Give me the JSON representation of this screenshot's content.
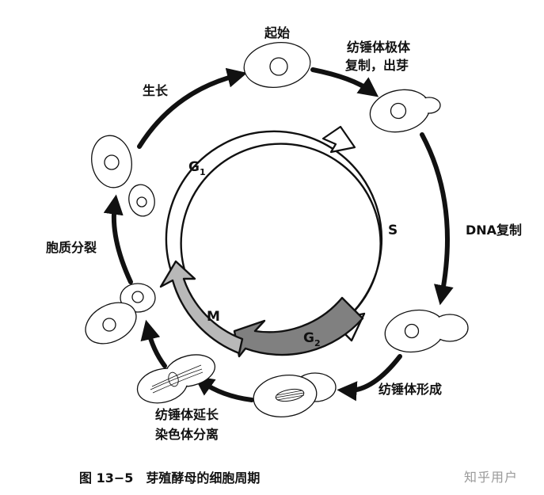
{
  "stages": {
    "start": "起始",
    "spb_line1": "纺锤体极体",
    "spb_line2": "复制，出芽",
    "dna": "DNA复制",
    "spindle_form": "纺锤体形成",
    "elong_line1": "纺锤体延长",
    "elong_line2": "染色体分离",
    "cytokinesis": "胞质分裂",
    "growth": "生长"
  },
  "phases": {
    "g1": "G",
    "g1_sub": "1",
    "s": "S",
    "g2": "G",
    "g2_sub": "2",
    "m": "M"
  },
  "caption": {
    "figure_no": "图 13−5",
    "title": "芽殖酵母的细胞周期"
  },
  "watermark": "知乎用户",
  "colors": {
    "ink": "#111111",
    "cell_fill": "#ffffff",
    "g2_fill": "#808080",
    "m_fill": "#b8b8b8"
  }
}
